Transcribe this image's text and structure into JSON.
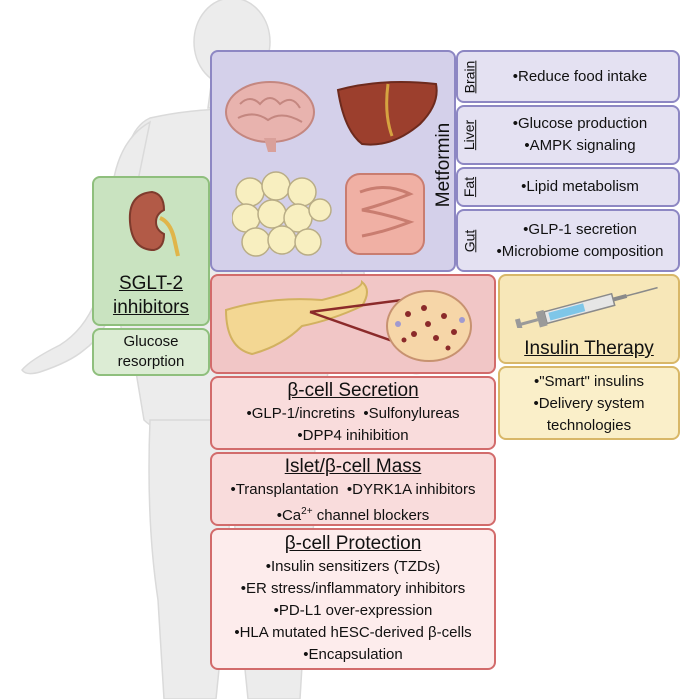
{
  "metformin": {
    "title": "Metformin",
    "organs": [
      {
        "organ": "Brain",
        "items": [
          "•Reduce food intake"
        ]
      },
      {
        "organ": "Liver",
        "items": [
          "•Glucose production",
          "•AMPK signaling"
        ]
      },
      {
        "organ": "Fat",
        "items": [
          "•Lipid metabolism"
        ]
      },
      {
        "organ": "Gut",
        "items": [
          "•GLP-1 secretion",
          "•Microbiome composition"
        ]
      }
    ]
  },
  "sglt2": {
    "title_line1": "SGLT-2",
    "title_line2": "inhibitors",
    "detail_line1": "Glucose",
    "detail_line2": "resorption"
  },
  "insulin": {
    "title": "Insulin Therapy",
    "items": [
      "•\"Smart\" insulins",
      "•Delivery system",
      "technologies"
    ]
  },
  "secretion": {
    "title": "β-cell Secretion",
    "items": [
      "•GLP-1/incretins  •Sulfonylureas",
      "•DPP4 inihibition"
    ]
  },
  "mass": {
    "title": "Islet/β-cell Mass",
    "items": [
      "•Transplantation  •DYRK1A inhibitors"
    ],
    "ca_prefix": "•Ca",
    "ca_sup": "2+",
    "ca_suffix": " channel blockers"
  },
  "protection": {
    "title": "β-cell Protection",
    "items": [
      "•Insulin sensitizers (TZDs)",
      "•ER stress/inflammatory inhibitors",
      "•PD-L1 over-expression",
      "•HLA mutated hESC-derived β-cells",
      "•Encapsulation"
    ]
  },
  "colors": {
    "metformin": "#d4d0ea",
    "sglt2": "#c9e3c0",
    "beta_cell": "#f1c6c6",
    "insulin": "#f7e7b8"
  },
  "icons": [
    "brain-icon",
    "liver-icon",
    "fat-cells-icon",
    "intestine-icon",
    "kidney-icon",
    "pancreas-icon",
    "islet-icon",
    "syringe-icon",
    "human-silhouette"
  ]
}
